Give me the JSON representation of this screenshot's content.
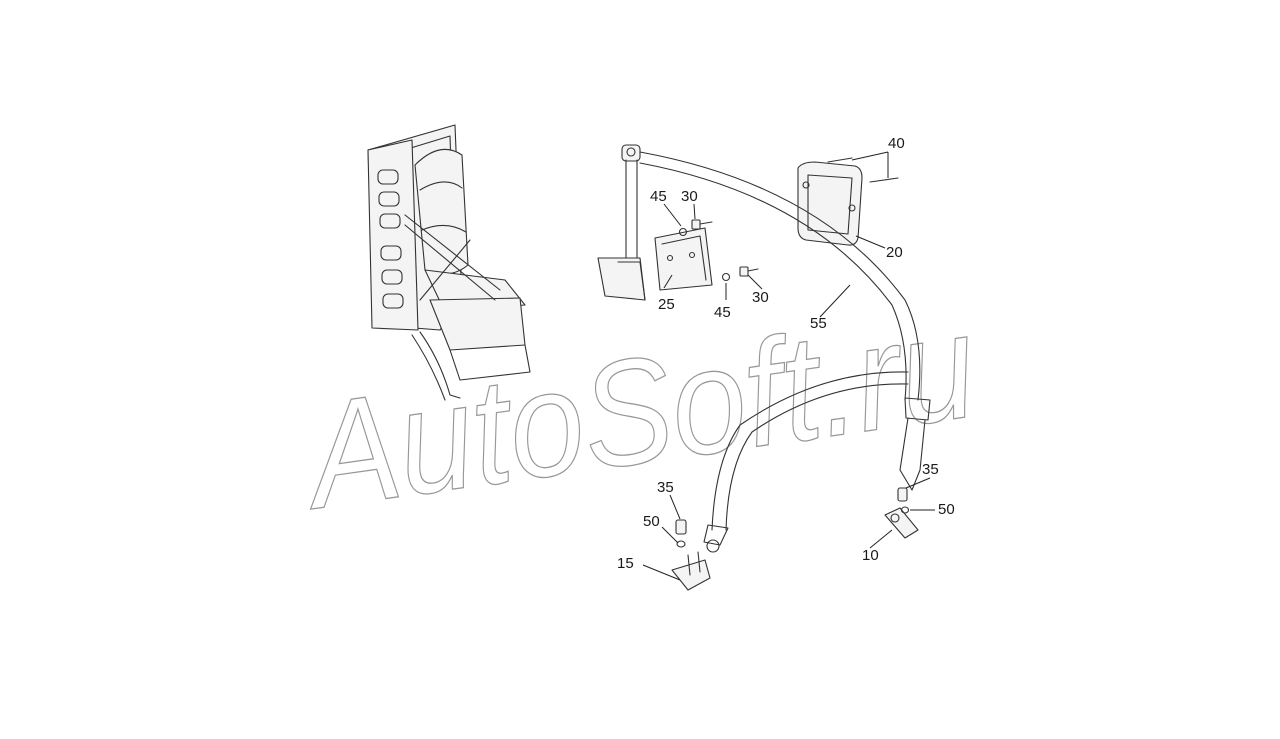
{
  "diagram": {
    "watermark": "AutoSoft.ru",
    "callouts": [
      {
        "id": "c40",
        "label": "40"
      },
      {
        "id": "c20",
        "label": "20"
      },
      {
        "id": "c45a",
        "label": "45"
      },
      {
        "id": "c30a",
        "label": "30"
      },
      {
        "id": "c25",
        "label": "25"
      },
      {
        "id": "c45b",
        "label": "45"
      },
      {
        "id": "c30b",
        "label": "30"
      },
      {
        "id": "c55",
        "label": "55"
      },
      {
        "id": "c35a",
        "label": "35"
      },
      {
        "id": "c50a",
        "label": "50"
      },
      {
        "id": "c15",
        "label": "15"
      },
      {
        "id": "c35b",
        "label": "35"
      },
      {
        "id": "c50b",
        "label": "50"
      },
      {
        "id": "c10",
        "label": "10"
      }
    ]
  }
}
